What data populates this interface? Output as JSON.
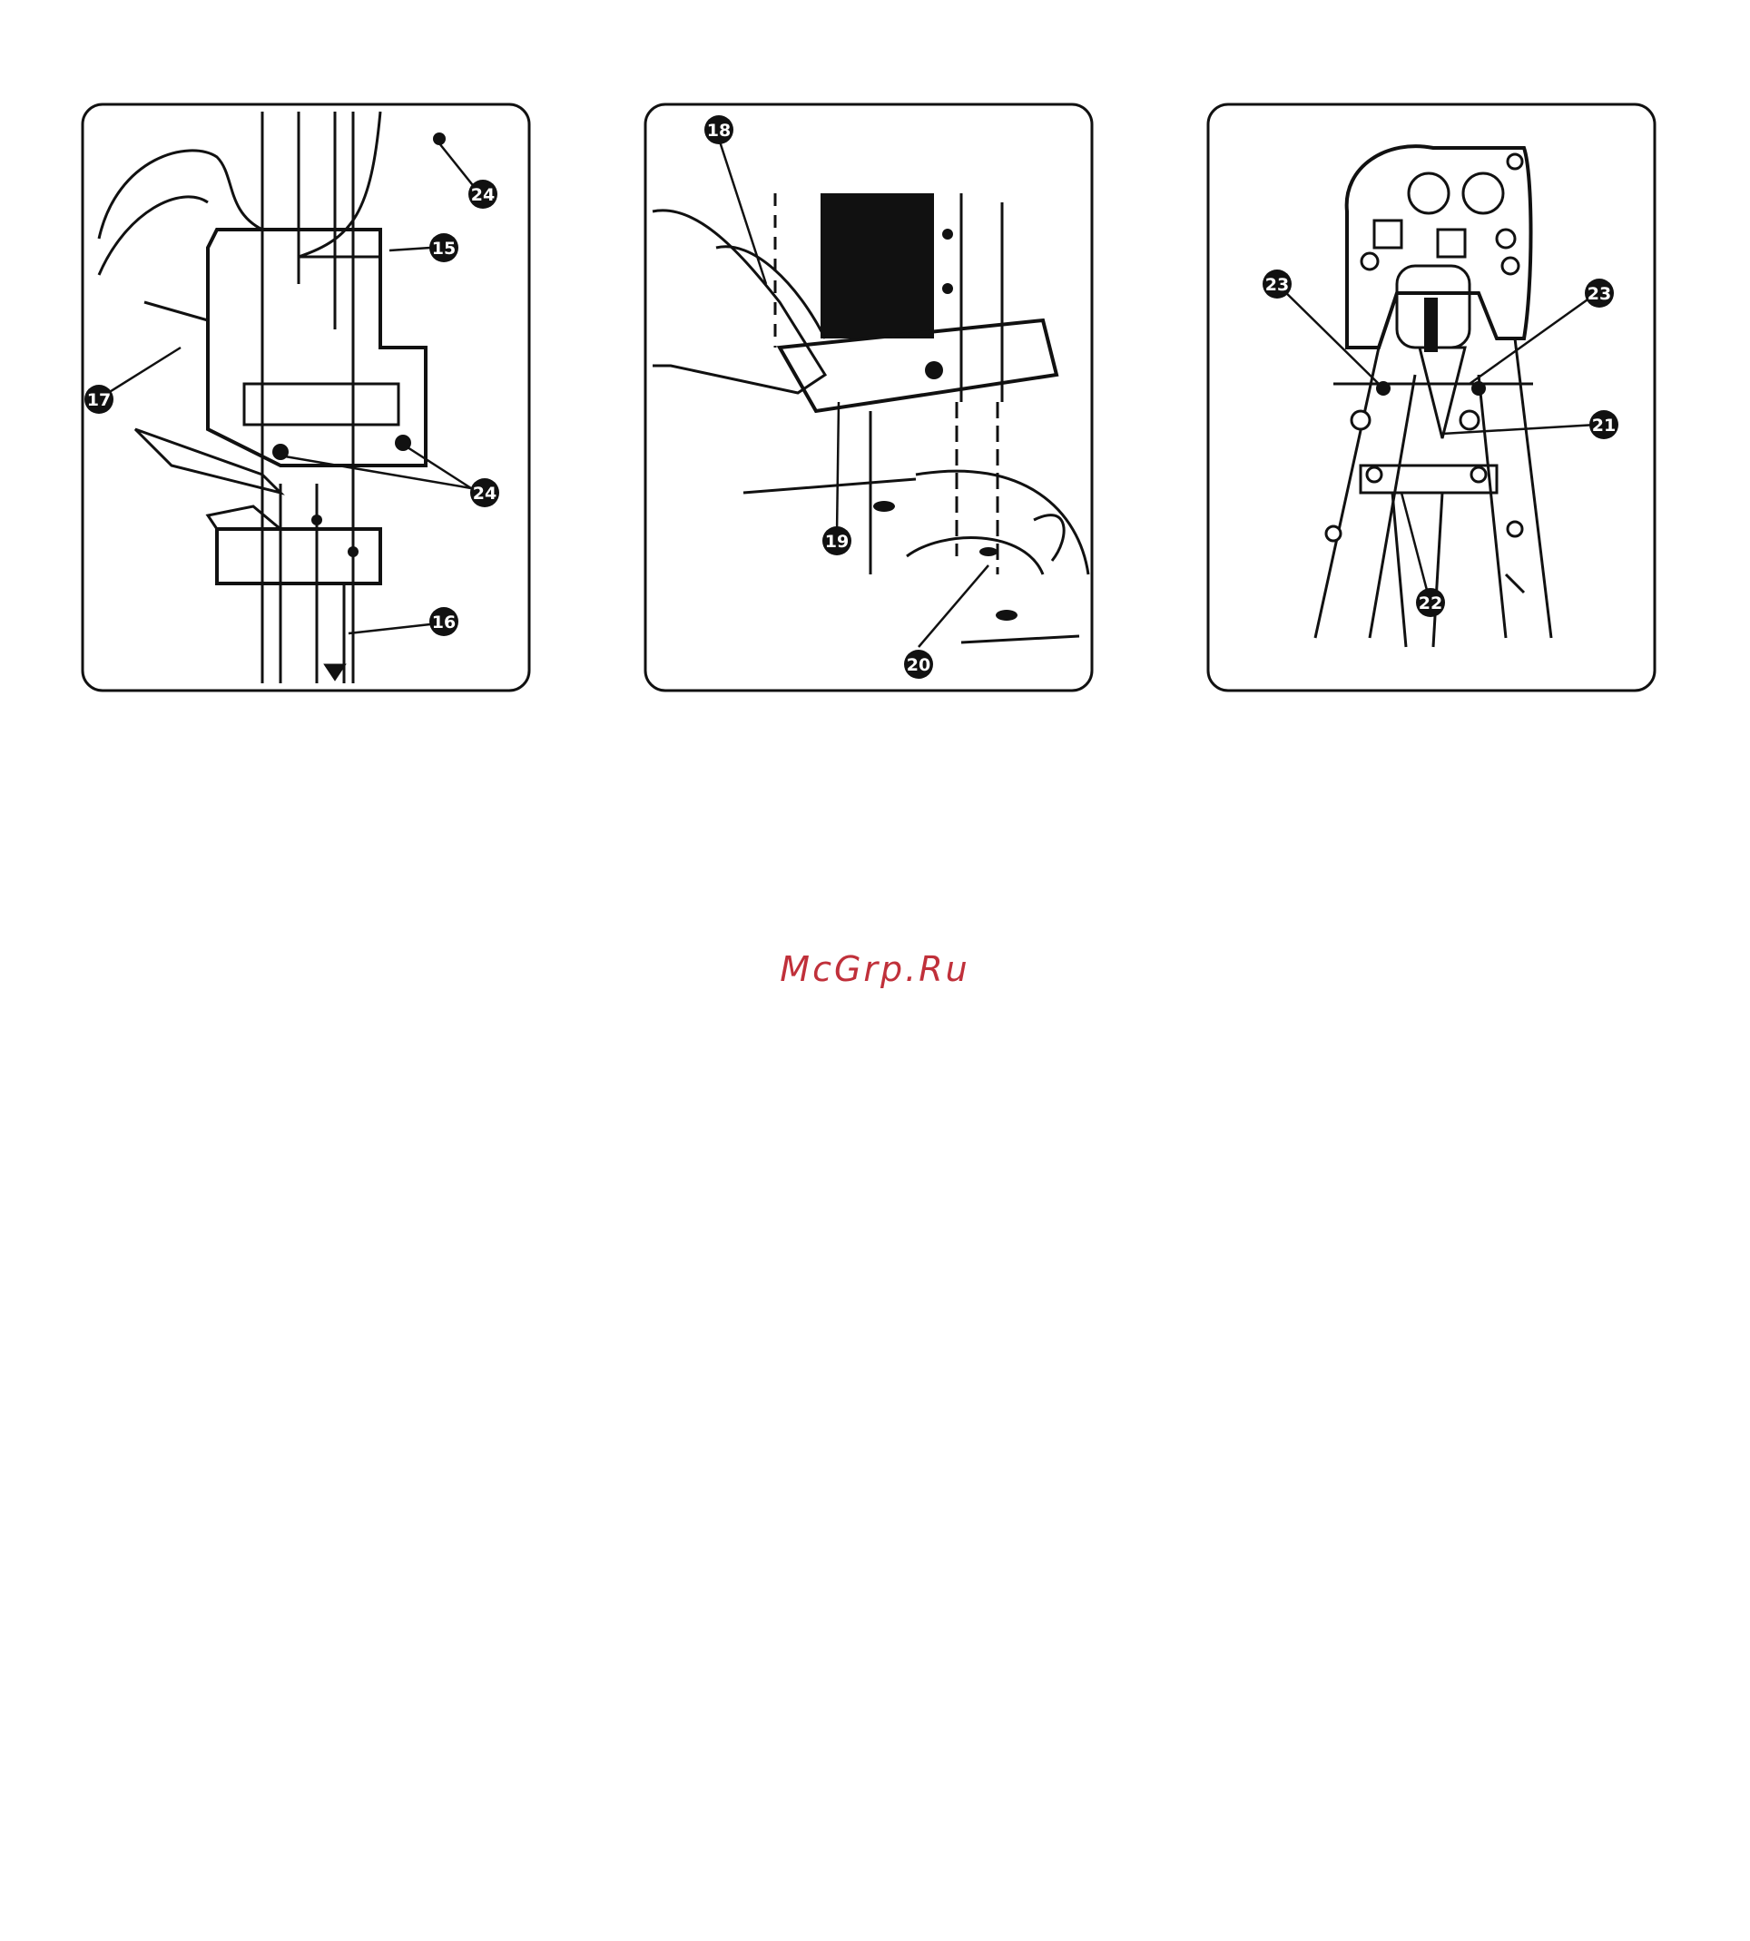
{
  "figure": {
    "panel_1": {
      "callouts": [
        "24",
        "15",
        "17",
        "24",
        "16"
      ]
    },
    "panel_2": {
      "callouts": [
        "18",
        "19",
        "20"
      ]
    },
    "panel_3": {
      "callouts": [
        "23",
        "23",
        "21",
        "22"
      ]
    }
  },
  "watermark": "McGrp.Ru",
  "colors": {
    "line": "#111111",
    "watermark": "#c0303a"
  }
}
